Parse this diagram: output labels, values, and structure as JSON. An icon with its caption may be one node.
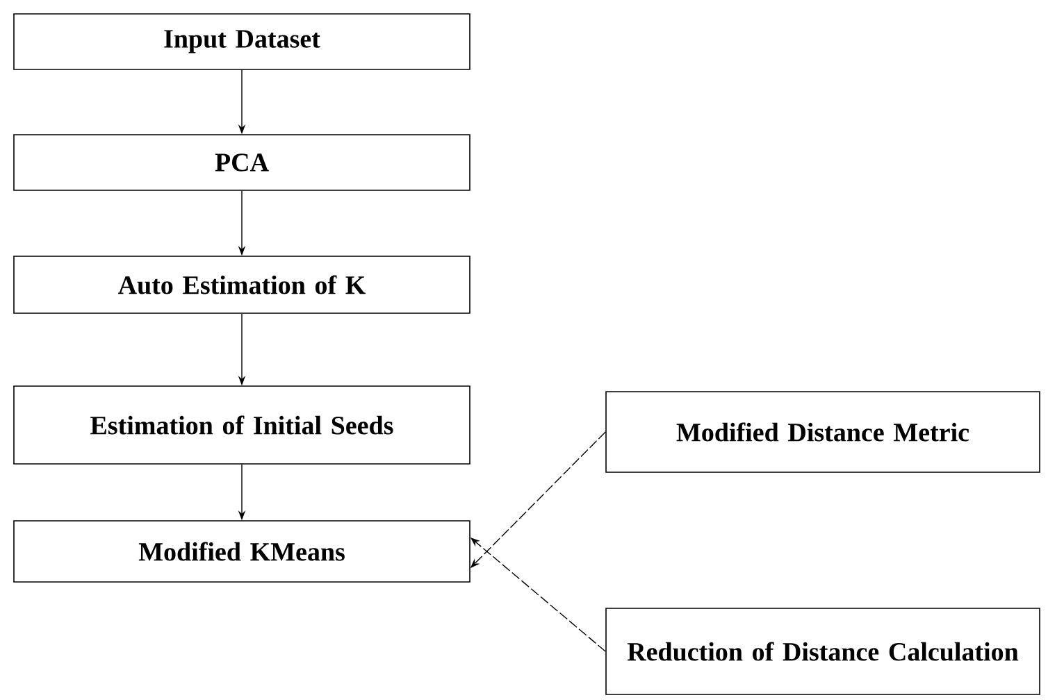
{
  "diagram": {
    "nodes": [
      {
        "text": [
          "Input Dataset"
        ]
      },
      {
        "text": [
          "PCA"
        ]
      },
      {
        "text": [
          "Auto Estimation of K"
        ]
      },
      {
        "text": [
          "Estimation of Initial Seeds"
        ]
      },
      {
        "text": [
          "Modified KMeans"
        ]
      },
      {
        "text": [
          "Modified Distance Metric"
        ]
      },
      {
        "text": [
          "Reduction of Distance Calculation"
        ]
      }
    ],
    "edges": [
      {
        "from": 0,
        "to": 1,
        "arrow": "to"
      },
      {
        "from": 1,
        "to": 2,
        "arrow": "to"
      },
      {
        "from": 2,
        "to": 3,
        "arrow": "to"
      },
      {
        "from": 3,
        "to": 4,
        "arrow": "to"
      },
      {
        "from": 5,
        "to": 4,
        "arrow": "to",
        "style": "dashed"
      },
      {
        "from": 6,
        "to": 4,
        "arrow": "to",
        "style": "dashed"
      }
    ]
  }
}
